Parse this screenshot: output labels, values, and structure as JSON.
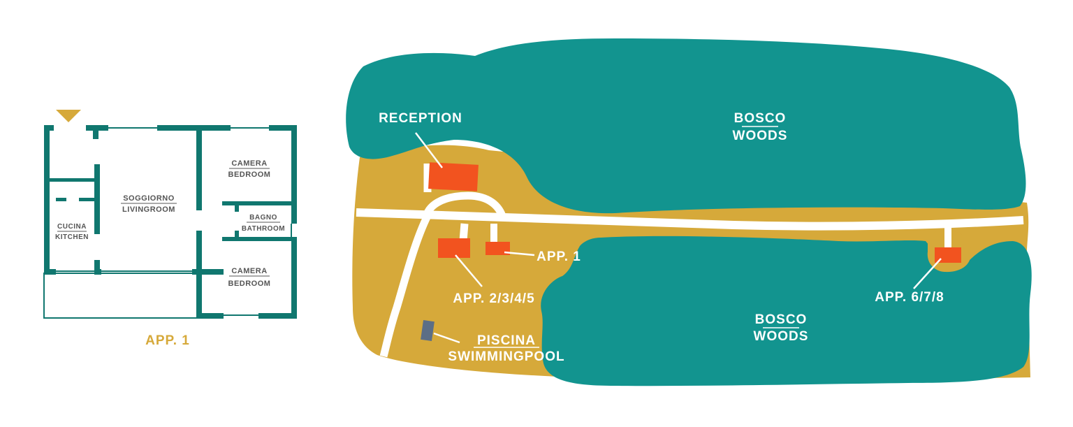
{
  "colors": {
    "wall": "#10776f",
    "woods": "#12948f",
    "meadow": "#d6a93a",
    "building": "#f2531f",
    "pool": "#5c6e86",
    "road": "#ffffff",
    "caption": "#d6a93a"
  },
  "floorplan": {
    "entrance_icon": "triangle-down-icon",
    "rooms": {
      "bedroom_top": {
        "it": "CAMERA",
        "en": "BEDROOM"
      },
      "living": {
        "it": "SOGGIORNO",
        "en": "LIVINGROOM"
      },
      "bathroom": {
        "it": "BAGNO",
        "en": "BATHROOM"
      },
      "kitchen": {
        "it": "CUCINA",
        "en": "KITCHEN"
      },
      "bedroom_bottom": {
        "it": "CAMERA",
        "en": "BEDROOM"
      }
    },
    "caption": "APP. 1"
  },
  "map": {
    "woods_top": {
      "it": "BOSCO",
      "en": "WOODS"
    },
    "woods_bottom": {
      "it": "BOSCO",
      "en": "WOODS"
    },
    "reception": "RECEPTION",
    "app1": "APP. 1",
    "app2345": "APP. 2/3/4/5",
    "app678": "APP. 6/7/8",
    "pool": {
      "it": "PISCINA",
      "en": "SWIMMINGPOOL"
    }
  }
}
